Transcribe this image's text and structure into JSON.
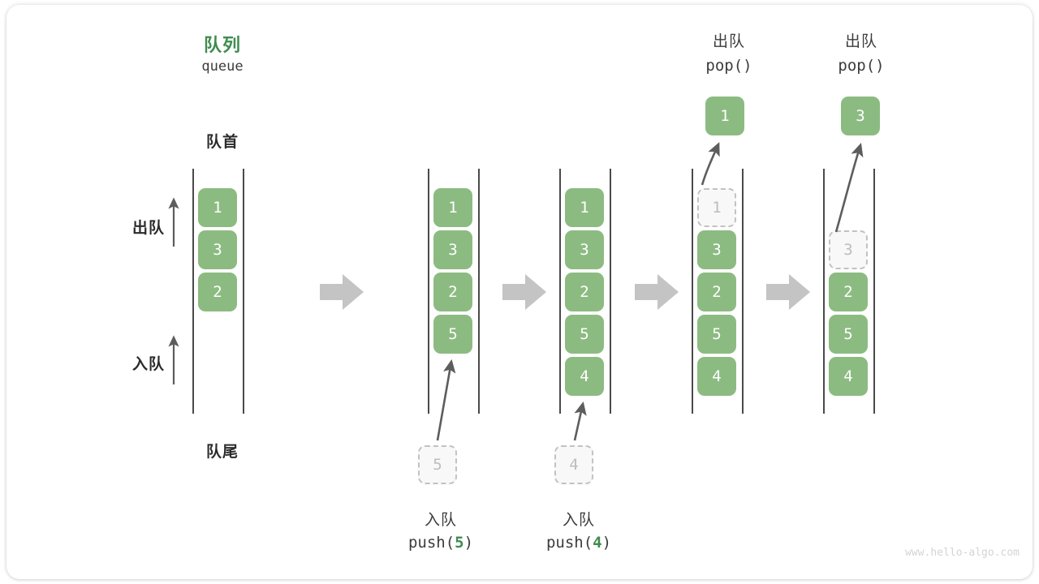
{
  "diagram": {
    "title_cn": "队列",
    "title_en": "queue",
    "front_label": "队首",
    "rear_label": "队尾",
    "dequeue_label": "出队",
    "enqueue_label": "入队",
    "watermark": "www.hello-algo.com",
    "colors": {
      "accent_green": "#8cbb82",
      "title_green": "#3f8c4f",
      "ghost_fill": "#f8f8f8",
      "ghost_border": "#c2c2c2",
      "rail": "#4a4a4a",
      "flow_arrow": "#c4c4c4",
      "text": "#3c3c3c"
    }
  },
  "chart_data": {
    "type": "diagram",
    "title": "队列 queue",
    "description": "Queue push/pop operation sequence, five states left to right",
    "steps": [
      {
        "id": "state-initial",
        "cells": [
          "1",
          "3",
          "2"
        ],
        "ghost_index": null,
        "header_cn": null,
        "header_code": null,
        "caption_cn": null,
        "caption_code": null,
        "popped_value": null,
        "incoming_value": null
      },
      {
        "id": "state-push-5",
        "cells": [
          "1",
          "3",
          "2",
          "5"
        ],
        "ghost_index": null,
        "header_cn": null,
        "header_code": null,
        "caption_cn": "入队",
        "caption_code": "push(5)",
        "caption_arg": "5",
        "popped_value": null,
        "incoming_value": "5"
      },
      {
        "id": "state-push-4",
        "cells": [
          "1",
          "3",
          "2",
          "5",
          "4"
        ],
        "ghost_index": null,
        "header_cn": null,
        "header_code": null,
        "caption_cn": "入队",
        "caption_code": "push(4)",
        "caption_arg": "4",
        "popped_value": null,
        "incoming_value": "4"
      },
      {
        "id": "state-pop-1",
        "cells": [
          "1",
          "3",
          "2",
          "5",
          "4"
        ],
        "ghost_index": 0,
        "header_cn": "出队",
        "header_code": "pop()",
        "caption_cn": null,
        "caption_code": null,
        "popped_value": "1",
        "incoming_value": null
      },
      {
        "id": "state-pop-3",
        "cells": [
          "3",
          "2",
          "5",
          "4"
        ],
        "ghost_index": 0,
        "header_cn": "出队",
        "header_code": "pop()",
        "caption_cn": null,
        "caption_code": null,
        "popped_value": "3",
        "incoming_value": null
      }
    ],
    "flow_arrows": 4,
    "legend": {
      "dequeue_direction": "出队 (upward, from front)",
      "enqueue_direction": "入队 (upward, to rear)"
    }
  }
}
